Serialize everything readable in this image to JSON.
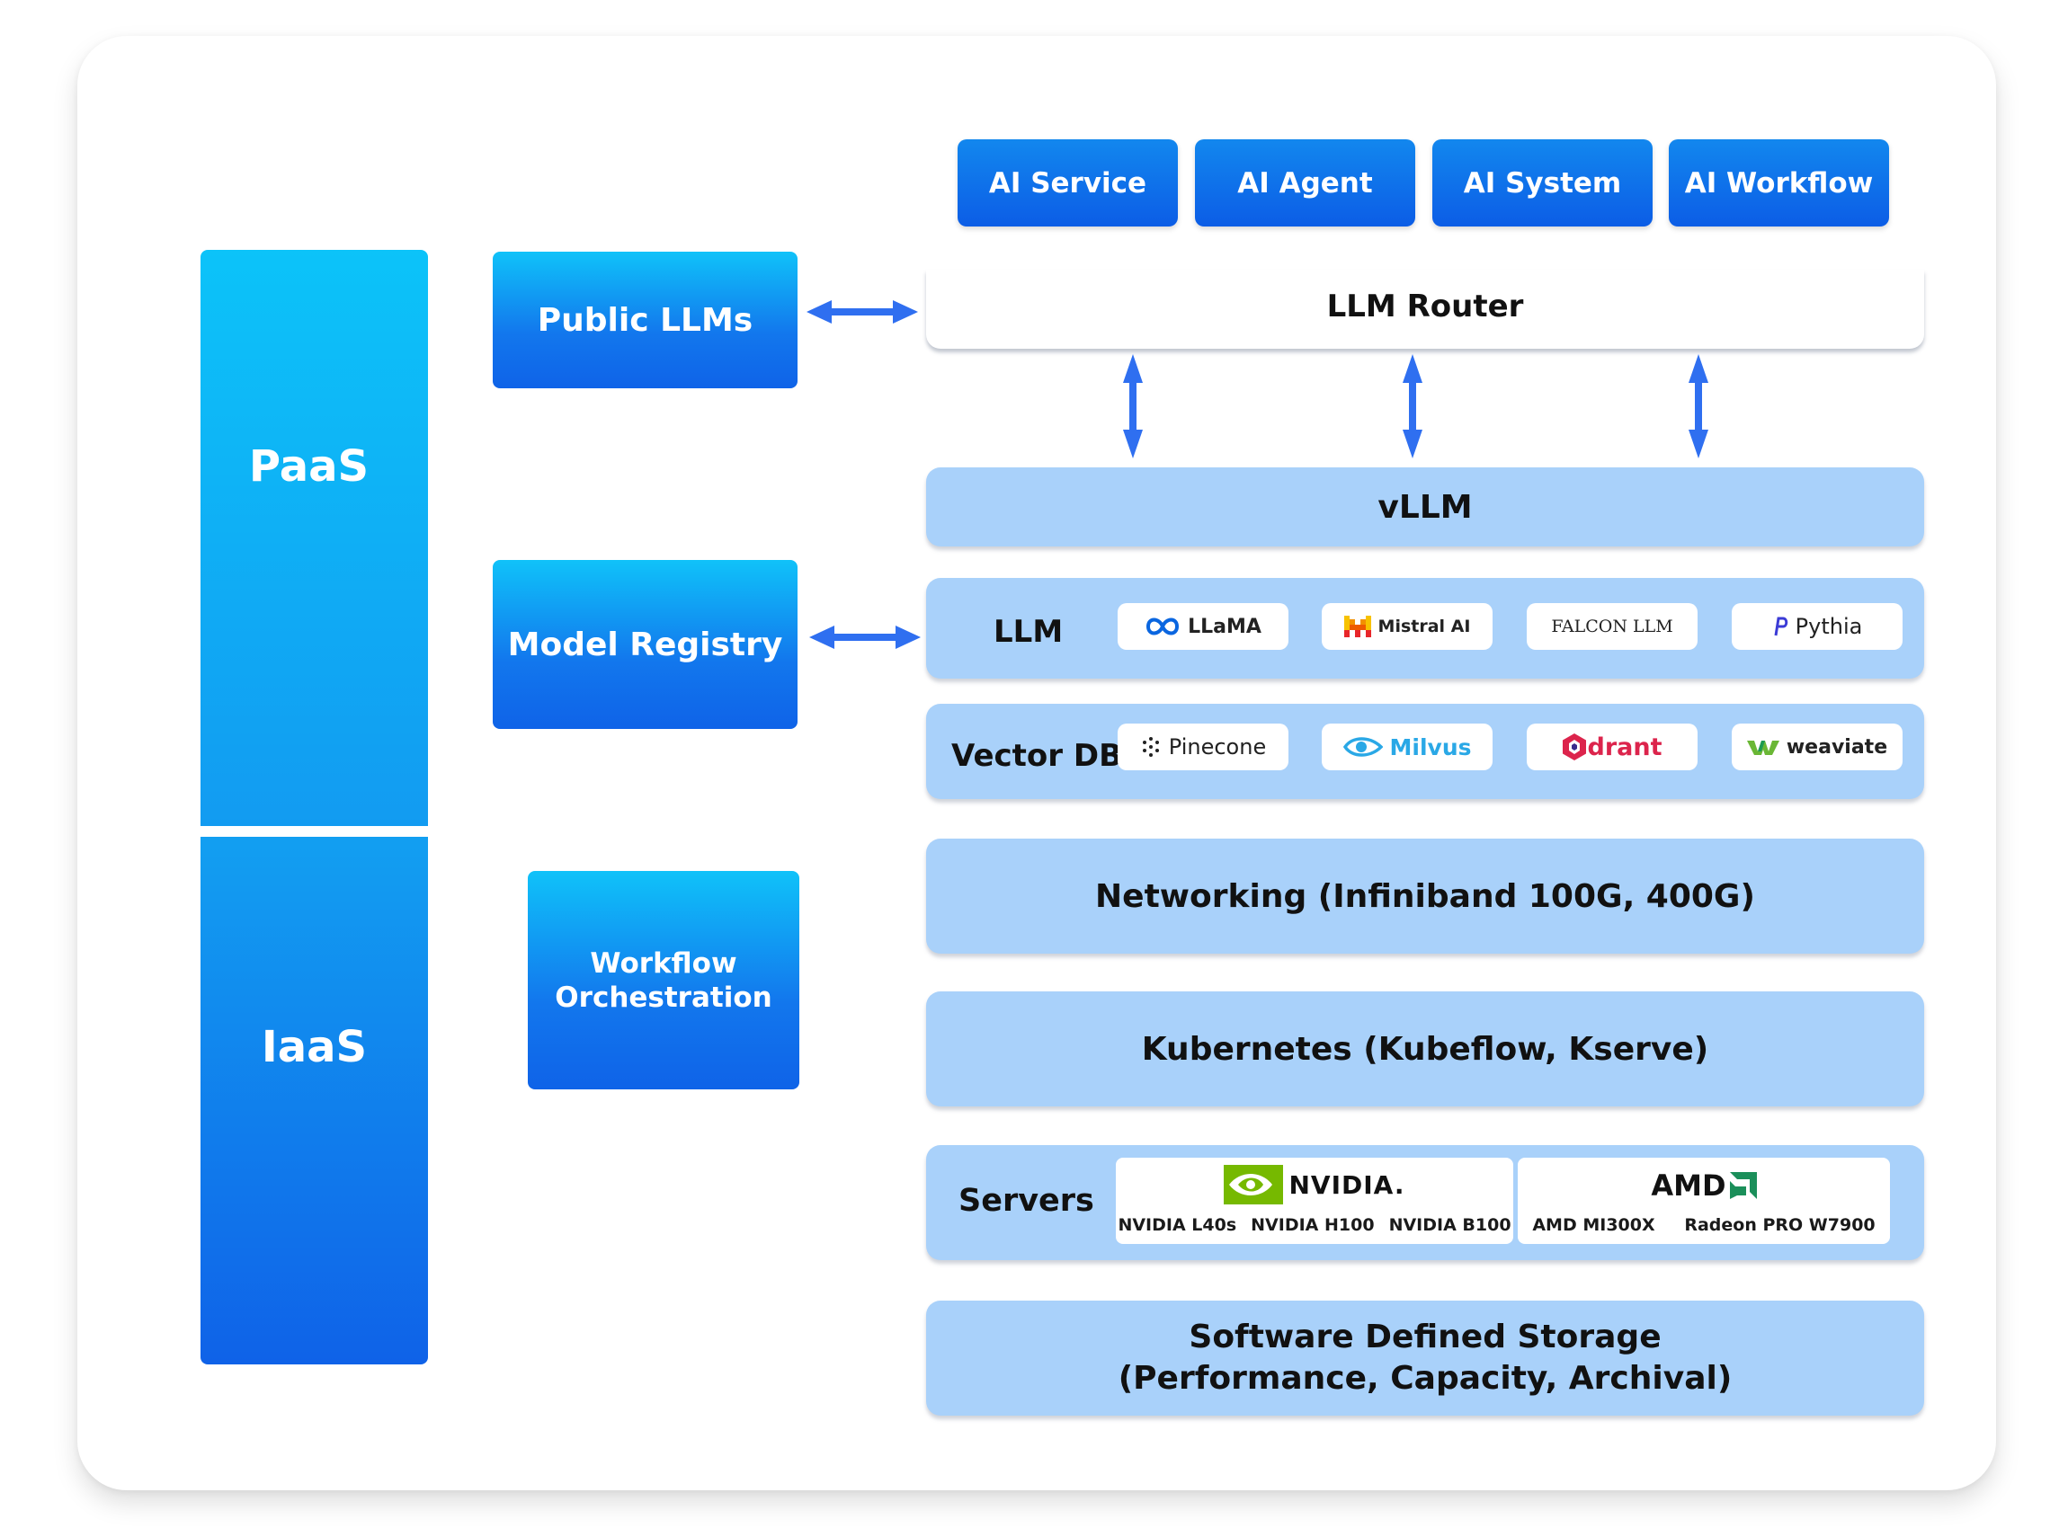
{
  "colors": {
    "accent_blue": "#0f63e8",
    "light_blue": "#12c2f9",
    "layer_bg": "#a9d1fa",
    "arrow": "#2f6ff0"
  },
  "side": {
    "paas": "PaaS",
    "iaas": "IaaS"
  },
  "middle": {
    "public_llms": "Public LLMs",
    "model_registry": "Model Registry",
    "workflow_line1": "Workflow",
    "workflow_line2": "Orchestration"
  },
  "top_buttons": [
    "AI Service",
    "AI Agent",
    "AI System",
    "AI Workflow"
  ],
  "router": "LLM Router",
  "vllm": "vLLM",
  "llm": {
    "label": "LLM",
    "logos": [
      {
        "text": "LLaMA",
        "icon": "meta-infinity-icon"
      },
      {
        "text": "Mistral AI",
        "icon": "mistral-icon"
      },
      {
        "text": "FALCON LLM",
        "icon": ""
      },
      {
        "text": "Pythia",
        "icon": "pythia-icon"
      }
    ]
  },
  "vector_db": {
    "label": "Vector DB",
    "logos": [
      {
        "text": "Pinecone",
        "icon": "pinecone-icon"
      },
      {
        "text": "Milvus",
        "icon": "milvus-eye-icon"
      },
      {
        "text": "drant",
        "icon": "qdrant-icon"
      },
      {
        "text": "weaviate",
        "icon": "weaviate-icon"
      }
    ]
  },
  "networking": "Networking (Infiniband 100G, 400G)",
  "kubernetes": "Kubernetes (Kubeflow, Kserve)",
  "servers": {
    "label": "Servers",
    "nvidia": {
      "brand": "NVIDIA.",
      "models": [
        "NVIDIA L40s",
        "NVIDIA H100",
        "NVIDIA B100"
      ]
    },
    "amd": {
      "brand": "AMD",
      "models": [
        "AMD MI300X",
        "Radeon PRO W7900"
      ]
    }
  },
  "storage": {
    "line1": "Software Defined Storage",
    "line2": "(Performance, Capacity, Archival)"
  }
}
